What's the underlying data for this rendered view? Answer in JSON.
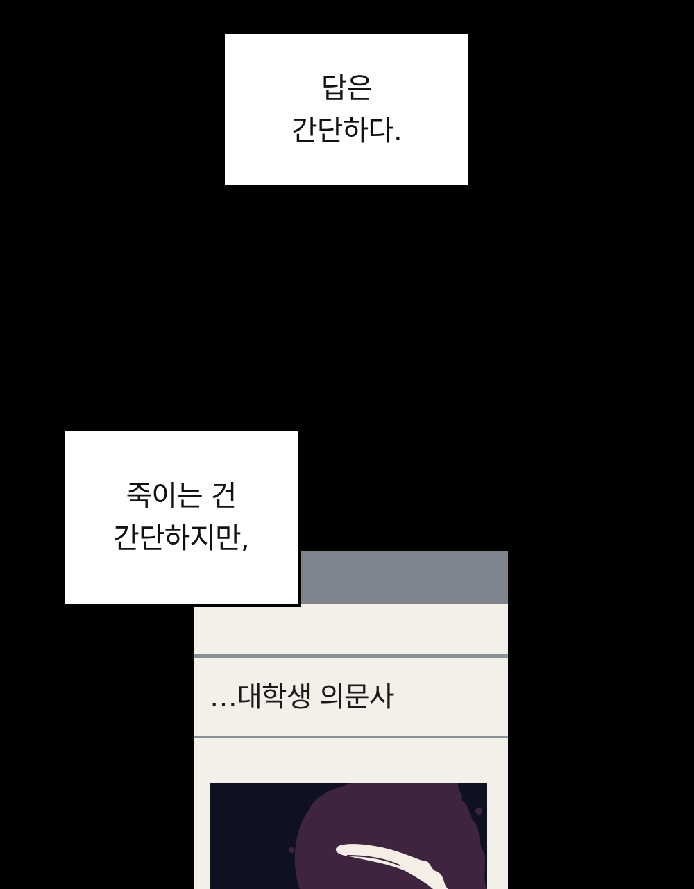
{
  "caption_top": {
    "line1": "답은",
    "line2": "간단하다."
  },
  "caption_middle": {
    "line1": "죽이는 건",
    "line2": "간단하지만,"
  },
  "news_panel": {
    "headline": "…대학생 의문사"
  },
  "colors": {
    "background": "#000000",
    "caption_box": "#ffffff",
    "panel_paper": "#f2f0e8",
    "panel_header": "#7e848e",
    "photo_background": "#0f1020",
    "photo_stain": "#3f2440"
  }
}
